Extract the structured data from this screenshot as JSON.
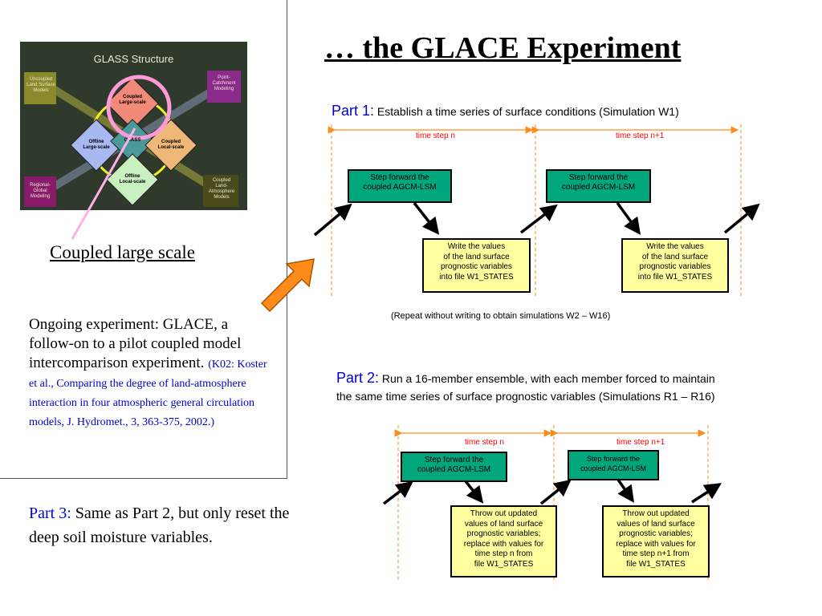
{
  "title": "… the GLACE Experiment",
  "left_panel": {
    "glass_image": {
      "title": "GLASS Structure",
      "corners": {
        "top_left": [
          "Uncoupled",
          "Land Surface",
          "Models"
        ],
        "top_right": [
          "Point-",
          "Catchment",
          "Modeling"
        ],
        "bottom_left": [
          "Regional-",
          "Global",
          "Modeling"
        ],
        "bottom_right": [
          "Coupled",
          "Land-",
          "Atmosphere",
          "Models"
        ]
      },
      "diamonds": {
        "top": [
          "Coupled",
          "Large-scale"
        ],
        "left": [
          "Offline",
          "Large-scale"
        ],
        "center": [
          "GLASS"
        ],
        "right": [
          "Coupled",
          "Local-scale"
        ],
        "bottom": [
          "Offline",
          "Local-scale"
        ]
      }
    },
    "coupled_label": "Coupled large scale",
    "ongoing_text": "Ongoing experiment: GLACE, a follow-on to a pilot coupled model intercomparison experiment.",
    "reference": "(K02:  Koster et al., Comparing the degree of land-atmosphere interaction in four atmospheric general circulation models, J.  Hydromet., 3, 363-375, 2002.)",
    "accent_color": "#0000cc",
    "arrow_color": "#ff8c1a"
  },
  "part1": {
    "label": "Part 1:",
    "text": "Establish a time series of surface conditions (Simulation W1)",
    "time_step_n": "time step n",
    "time_step_n1": "time step n+1",
    "step_box": [
      "Step forward the",
      "coupled AGCM-LSM"
    ],
    "write_box": [
      "Write the values",
      "of the land surface",
      "prognostic variables",
      "into file W1_STATES"
    ],
    "repeat_note": "(Repeat without writing to obtain simulations W2 – W16)"
  },
  "part2": {
    "label": "Part 2:",
    "text_line1": "Run a 16-member ensemble, with each member forced to maintain",
    "text_line2": "the same time series of surface prognostic variables  (Simulations R1 – R16)",
    "time_step_n": "time step n",
    "time_step_n1": "time step n+1",
    "step_box": [
      "Step forward the",
      "coupled AGCM-LSM"
    ],
    "throw_box_n": [
      "Throw out updated",
      "values of land surface",
      "prognostic variables;",
      "replace with values for",
      "time step n from",
      "file W1_STATES"
    ],
    "throw_box_n1": [
      "Throw out updated",
      "values of land surface",
      "prognostic variables;",
      "replace with values for",
      "time step n+1 from",
      "file W1_STATES"
    ]
  },
  "part3": {
    "label": "Part 3:",
    "text": "Same as Part 2, but only reset the deep soil moisture variables."
  },
  "colors": {
    "green_box": "#00a67c",
    "yellow_box": "#ffffa0",
    "time_step": "#ff0000",
    "dashed_line": "#ff8c1a"
  }
}
